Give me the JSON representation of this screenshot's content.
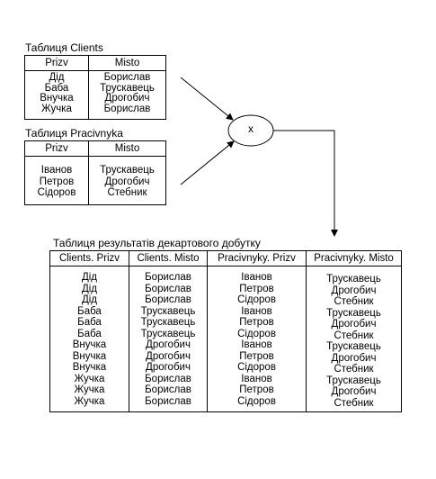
{
  "clients": {
    "caption": "Таблиця Clients",
    "headers": [
      "Prizv",
      "Misto"
    ],
    "prizv": [
      "Дід",
      "Баба",
      "Внучка",
      "Жучка"
    ],
    "misto": [
      "Борислав",
      "Трускавець",
      "Дрогобич",
      "Борислав"
    ]
  },
  "pracivnyka": {
    "caption": "Таблиця Pracivnyka",
    "headers": [
      "Prizv",
      "Misto"
    ],
    "prizv": [
      "Іванов",
      "Петров",
      "Сідоров"
    ],
    "misto": [
      "Трускавець",
      "Дрогобич",
      "Стебник"
    ]
  },
  "operator": {
    "symbol": "x"
  },
  "result": {
    "caption": "Таблиця результатів декартового добутку",
    "headers": [
      "Clients. Prizv",
      "Clients. Misto",
      "Pracivnyky. Prizv",
      "Pracivnyky. Misto"
    ],
    "clients_prizv": [
      "Дід",
      "Дід",
      "Дід",
      "Баба",
      "Баба",
      "Баба",
      "Внучка",
      "Внучка",
      "Внучка",
      "Жучка",
      "Жучка",
      "Жучка"
    ],
    "clients_misto": [
      "Борислав",
      "Борислав",
      "Борислав",
      "Трускавець",
      "Трускавець",
      "Трускавець",
      "Дрогобич",
      "Дрогобич",
      "Дрогобич",
      "Борислав",
      "Борислав",
      "Борислав"
    ],
    "pracivnyky_prizv": [
      "Іванов",
      "Петров",
      "Сідоров",
      "Іванов",
      "Петров",
      "Сідоров",
      "Іванов",
      "Петров",
      "Сідоров",
      "Іванов",
      "Петров",
      "Сідоров"
    ],
    "pracivnyky_misto": [
      "Трускавець",
      "Дрогобич",
      "Стебник",
      "Трускавець",
      "Дрогобич",
      "Стебник",
      "Трускавець",
      "Дрогобич",
      "Стебник",
      "Трускавець",
      "Дрогобич",
      "Стебник"
    ]
  }
}
